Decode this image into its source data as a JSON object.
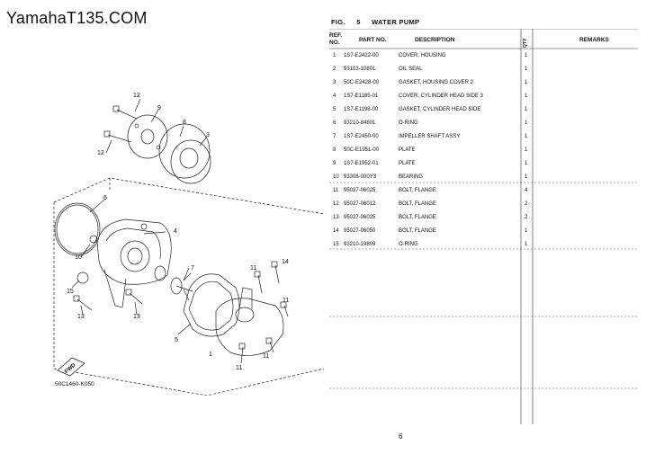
{
  "site_title": "YamahaT135.COM",
  "figure": {
    "label": "FIG.",
    "number": "5",
    "title": "WATER PUMP",
    "code": "50C1460-K050"
  },
  "columns": {
    "ref_line1": "REF.",
    "ref_line2": "NO.",
    "part_no": "PART NO.",
    "description": "DESCRIPTION",
    "qty": "QTY",
    "remarks": "REMARKS"
  },
  "parts": [
    {
      "ref": "1",
      "part_no": "1S7-E2422-00",
      "description": "COVER, HOUSING",
      "qty": "1"
    },
    {
      "ref": "2",
      "part_no": "93103-10801",
      "description": "OIL SEAL",
      "qty": "1"
    },
    {
      "ref": "3",
      "part_no": "50C-E2428-00",
      "description": "GASKET, HOUSING COVER 2",
      "qty": "1"
    },
    {
      "ref": "4",
      "part_no": "1S7-E1185-01",
      "description": "COVER, CYLINDER HEAD SIDE 3",
      "qty": "1"
    },
    {
      "ref": "5",
      "part_no": "1S7-E1198-00",
      "description": "GASKET, CYLINDER HEAD SIDE",
      "qty": "1"
    },
    {
      "ref": "6",
      "part_no": "93210-84801",
      "description": "O-RING",
      "qty": "1"
    },
    {
      "ref": "7",
      "part_no": "1S7-E2450-00",
      "description": "IMPELLER SHAFT ASSY",
      "qty": "1"
    },
    {
      "ref": "8",
      "part_no": "50C-E1951-00",
      "description": "PLATE",
      "qty": "1"
    },
    {
      "ref": "9",
      "part_no": "1S7-E1952-01",
      "description": "PLATE",
      "qty": "1"
    },
    {
      "ref": "10",
      "part_no": "93306-000Y3",
      "description": "BEARING",
      "qty": "1"
    },
    {
      "ref": "11",
      "part_no": "95027-06025",
      "description": "BOLT, FLANGE",
      "qty": "4"
    },
    {
      "ref": "12",
      "part_no": "95027-06012",
      "description": "BOLT, FLANGE",
      "qty": "2"
    },
    {
      "ref": "13",
      "part_no": "95027-06025",
      "description": "BOLT, FLANGE",
      "qty": "2"
    },
    {
      "ref": "14",
      "part_no": "95027-06050",
      "description": "BOLT, FLANGE",
      "qty": "1"
    },
    {
      "ref": "15",
      "part_no": "93210-19809",
      "description": "O-RING",
      "qty": "1"
    }
  ],
  "callouts": {
    "c1": "1",
    "c3": "3",
    "c4": "4",
    "c5": "5",
    "c6": "6",
    "c7": "7",
    "c8": "8",
    "c9": "9",
    "c10": "10",
    "c11a": "11",
    "c11b": "11",
    "c11c": "11",
    "c11d": "11",
    "c12a": "12",
    "c12b": "12",
    "c13a": "13",
    "c13b": "13",
    "c14": "14",
    "c15": "15",
    "fwd": "FWD"
  },
  "page_number": "6"
}
